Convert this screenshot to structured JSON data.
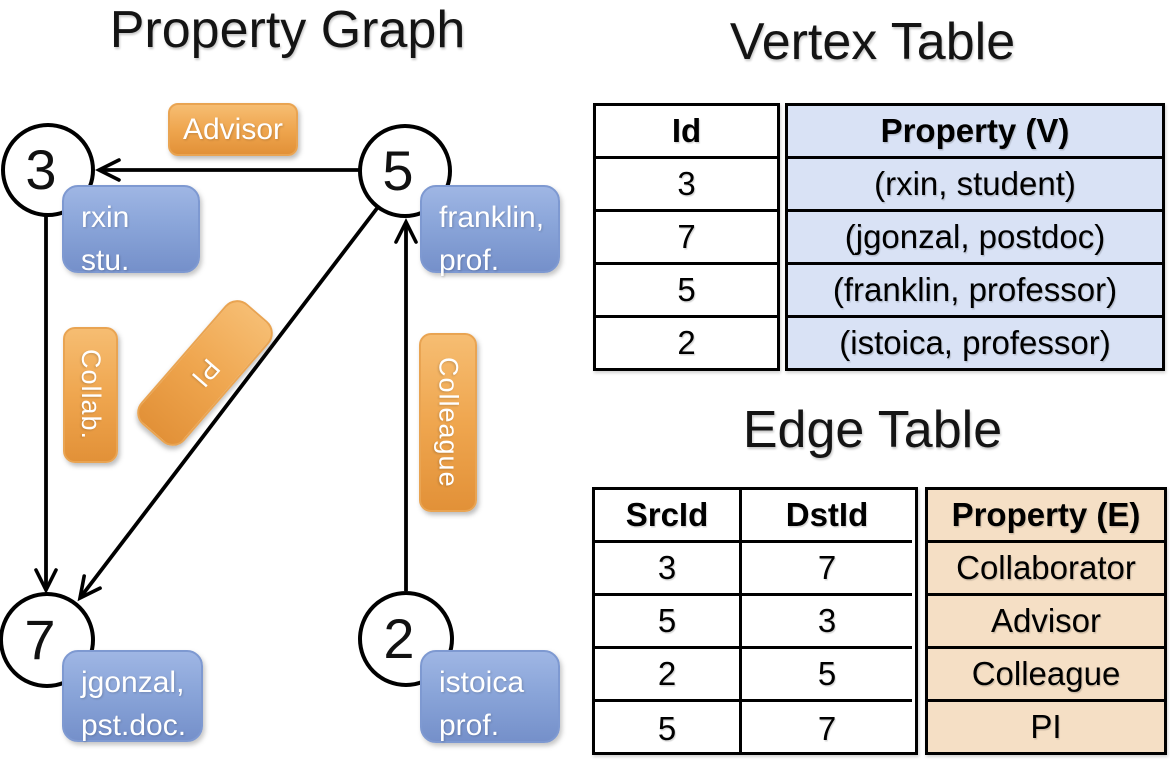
{
  "graph": {
    "title": "Property Graph",
    "nodes": [
      {
        "id": "3",
        "prop1": "rxin",
        "prop2": "stu."
      },
      {
        "id": "5",
        "prop1": "franklin,",
        "prop2": "prof."
      },
      {
        "id": "7",
        "prop1": "jgonzal,",
        "prop2": "pst.doc."
      },
      {
        "id": "2",
        "prop1": "istoica",
        "prop2": "prof."
      }
    ],
    "edges": [
      {
        "label": "Advisor",
        "src": "5",
        "dst": "3"
      },
      {
        "label": "Collab.",
        "src": "3",
        "dst": "7"
      },
      {
        "label": "PI",
        "src": "5",
        "dst": "7"
      },
      {
        "label": "Colleague",
        "src": "2",
        "dst": "5"
      }
    ]
  },
  "vertex_table": {
    "title": "Vertex Table",
    "columns": {
      "id": "Id",
      "property": "Property (V)"
    },
    "rows": [
      {
        "id": "3",
        "property": "(rxin, student)"
      },
      {
        "id": "7",
        "property": "(jgonzal, postdoc)"
      },
      {
        "id": "5",
        "property": "(franklin, professor)"
      },
      {
        "id": "2",
        "property": "(istoica, professor)"
      }
    ]
  },
  "edge_table": {
    "title": "Edge Table",
    "columns": {
      "src": "SrcId",
      "dst": "DstId",
      "property": "Property (E)"
    },
    "rows": [
      {
        "src": "3",
        "dst": "7",
        "property": "Collaborator"
      },
      {
        "src": "5",
        "dst": "3",
        "property": "Advisor"
      },
      {
        "src": "2",
        "dst": "5",
        "property": "Colleague"
      },
      {
        "src": "5",
        "dst": "7",
        "property": "PI"
      }
    ]
  },
  "colors": {
    "edge_box_top": "#F6BD72",
    "edge_box_bottom": "#E29138",
    "vertex_box_top": "#9FB6E4",
    "vertex_box_bottom": "#7590CA",
    "vertex_table_property_bg": "#D9E2F5",
    "edge_table_property_bg": "#F5DFC5",
    "line_color": "#000000",
    "node_fill": "#FFFFFF"
  }
}
